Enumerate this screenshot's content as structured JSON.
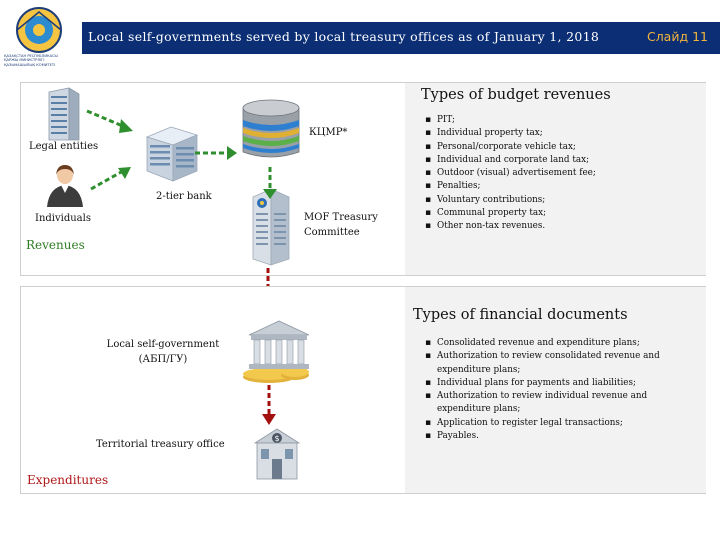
{
  "header": {
    "title": "Local self-governments served by local treasury offices as of January 1, 2018",
    "slide_number": "Слайд 11",
    "logo_text_lines": [
      "ҚАЗАҚСТАН РЕСПУБЛИКАСЫ",
      "ҚАРЖЫ МИНИСТРЛІГІ",
      "ҚАЗЫНАШЫЛЫҚ КОМИТЕТІ"
    ]
  },
  "revenues": {
    "section_title": "Types of budget revenues",
    "items": [
      "PIT;",
      "Individual property tax;",
      "Personal/corporate vehicle tax;",
      "Individual and corporate land tax;",
      "Outdoor (visual) advertisement fee;",
      "Penalties;",
      "Voluntary contributions;",
      "Communal property tax;",
      "Other non-tax revenues."
    ],
    "legal_entities_label": "Legal entities",
    "individuals_label": "Individuals",
    "bank_label": "2-tier bank",
    "kcmr_label": "КЦМР*",
    "treasury_label_line1": "MOF Treasury",
    "treasury_label_line2": "Committee",
    "group_label": "Revenues"
  },
  "documents": {
    "section_title": "Types of financial documents",
    "items": [
      "Consolidated revenue and expenditure plans;",
      "Authorization to review consolidated revenue and expenditure plans;",
      "Individual plans for payments and liabilities;",
      "Authorization to review individual revenue and expenditure plans;",
      "Application to register legal transactions;",
      "Payables."
    ],
    "local_gov_label_line1": "Local self-government",
    "local_gov_label_line2": "(АБП/ГУ)",
    "territorial_label": "Territorial treasury office",
    "group_label": "Expenditures"
  },
  "colors": {
    "header_bar": "#0b2e74",
    "slide_number": "#f3b43b",
    "revenues_label": "#2f7d24",
    "expenditures_label": "#b01616",
    "green_arrow": "#2f8f2f",
    "red_arrow": "#a40f0f"
  },
  "icons": [
    "emblem-logo",
    "office-building-icon",
    "bank-building-icon",
    "database-stack-icon",
    "person-icon",
    "treasury-building-icon",
    "government-building-icon",
    "bank-dollar-icon"
  ]
}
